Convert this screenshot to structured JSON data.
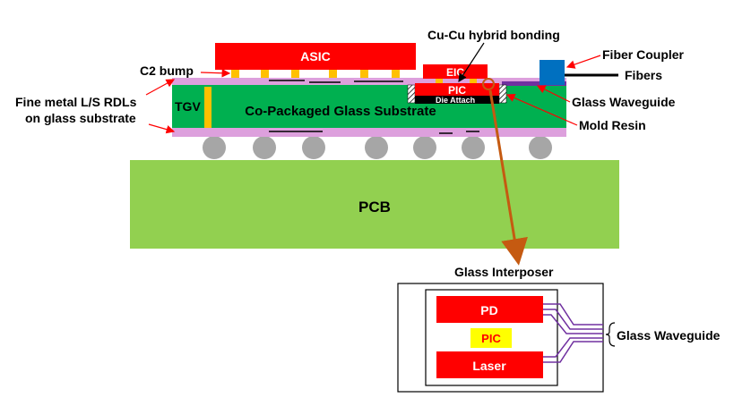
{
  "labels": {
    "asic": "ASIC",
    "c2_bump": "C2 bump",
    "cu_cu": "Cu-Cu hybrid bonding",
    "eic": "EIC",
    "pic": "PIC",
    "die_attach": "Die Attach",
    "fiber_coupler": "Fiber Coupler",
    "fibers": "Fibers",
    "glass_waveguide": "Glass Waveguide",
    "mold_resin": "Mold Resin",
    "rdl_line1": "Fine metal L/S RDLs",
    "rdl_line2": "on glass substrate",
    "tgv": "TGV",
    "substrate": "Co-Packaged Glass Substrate",
    "pcb": "PCB",
    "interposer_title": "Glass Interposer",
    "pd": "PD",
    "inset_pic": "PIC",
    "laser": "Laser",
    "inset_waveguide": "Glass Waveguide"
  },
  "colors": {
    "asic_red": "#ff0000",
    "substrate_green": "#00b050",
    "pcb_green": "#92d050",
    "rdl_pink": "#dda0dd",
    "bump_orange": "#ffc000",
    "ball_gray": "#a6a6a6",
    "coupler_blue": "#0070c0",
    "waveguide_purple": "#7030a0",
    "arrow_brown": "#c55a11",
    "pic_yellow": "#ffff00"
  }
}
